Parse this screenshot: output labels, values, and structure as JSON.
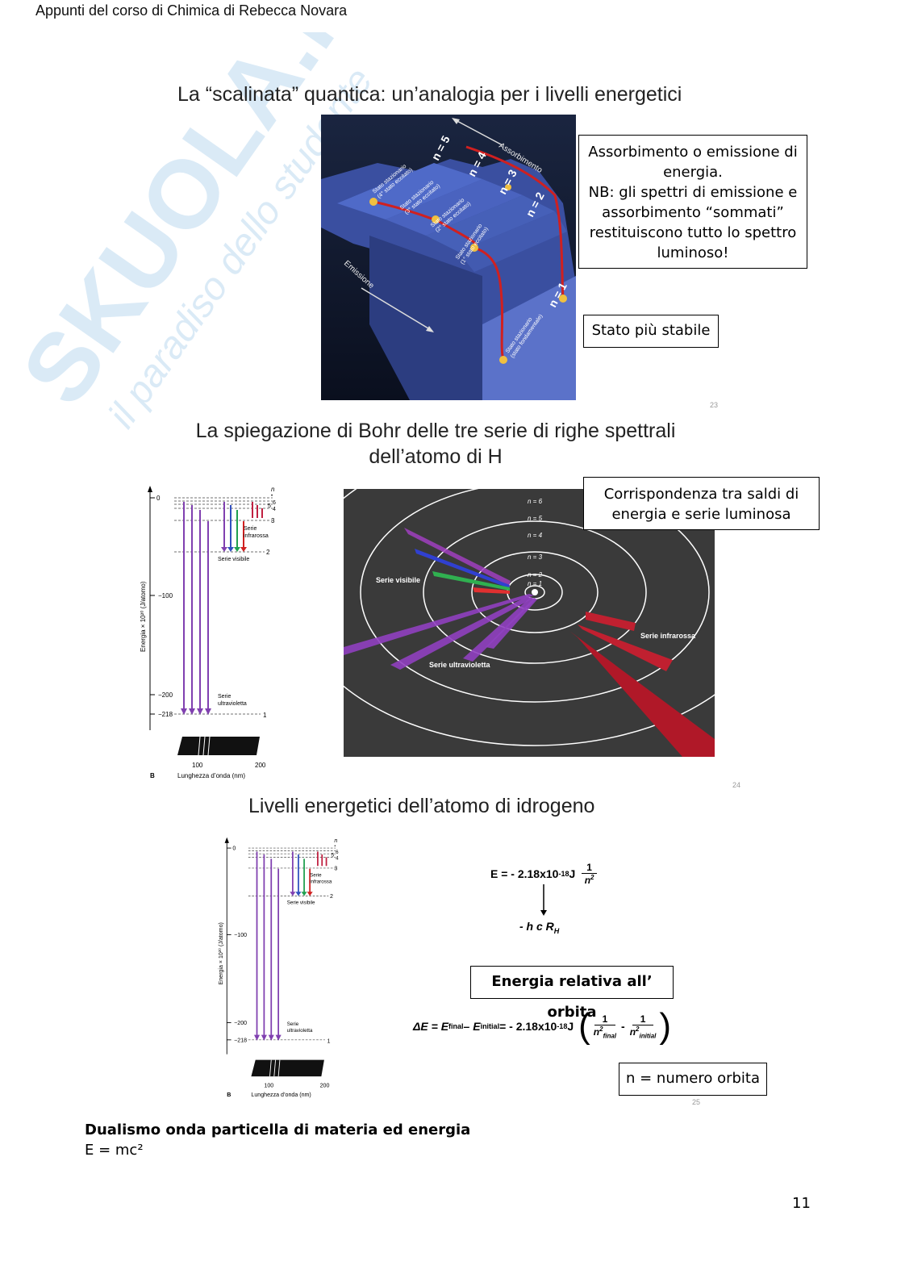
{
  "header": {
    "text": "Appunti del corso di Chimica di Rebecca Novara"
  },
  "watermark": {
    "brand": "SKUOLA.net",
    "tagline": "il paradiso dello studente"
  },
  "slide23": {
    "title": "La “scalinata” quantica: un’analogia per i livelli energetici",
    "figure": {
      "absorb_label": "Assorbimento",
      "emit_label": "Emissione",
      "steps": [
        {
          "n": "n = 5",
          "state": "Stato stazionario",
          "sub": "(4° stato eccitato)"
        },
        {
          "n": "n = 4",
          "state": "Stato stazionario",
          "sub": "(3° stato eccitato)"
        },
        {
          "n": "n = 3",
          "state": "Stato stazionario",
          "sub": "(2° stato eccitato)"
        },
        {
          "n": "n = 2",
          "state": "Stato stazionario",
          "sub": "(1° stato eccitato)"
        },
        {
          "n": "n = 1",
          "state": "Stato stazionario",
          "sub": "(stato fondamentale)"
        }
      ]
    },
    "note_lines": [
      "Assorbimento o emissione di",
      "energia.",
      "NB: gli spettri di emissione e",
      "assorbimento “sommati”",
      "restituiscono tutto lo spettro",
      "luminoso!"
    ],
    "stable_note": "Stato più stabile",
    "slide_number": "23"
  },
  "slide24": {
    "title_line1": "La spiegazione di Bohr delle tre serie di righe spettrali",
    "title_line2": "dell’atomo di H",
    "diagram": {
      "n_header": "n",
      "n_dot": "•",
      "n_levels": [
        "6",
        "5",
        "4",
        "3",
        "2",
        "1"
      ],
      "y_ticks": [
        "0",
        "−100",
        "−200",
        "−218"
      ],
      "ylabel": "Energia × 10²⁰ (J/atomo)",
      "series_ir": [
        "Serie",
        "infrarossa"
      ],
      "series_vis": "Serie visibile",
      "series_uv": [
        "Serie",
        "ultravioletta"
      ],
      "x_ticks": [
        "100",
        "200"
      ],
      "xlabel": "Lunghezza d’onda (nm)",
      "panel_letter": "B"
    },
    "orbits": {
      "labels": [
        "n = 6",
        "n = 5",
        "n = 4",
        "n = 3",
        "n = 2",
        "n = 1"
      ],
      "serie_visibile": "Serie visibile",
      "serie_infrarossa": "Serie infrarossa",
      "serie_ultravioletta": "Serie ultravioletta"
    },
    "note_lines": [
      "Corrispondenza tra saldi di",
      "energia e serie luminosa"
    ],
    "slide_number": "24"
  },
  "slide25": {
    "title": "Livelli energetici dell’atomo di idrogeno",
    "formula_E_lhs": "E = - 2.18x10",
    "formula_E_exp": "-18",
    "formula_E_unit": " J",
    "frac_num": "1",
    "frac_den": "n",
    "frac_den_exp": "2",
    "hcR": "- h c R",
    "hcR_sub": "H",
    "energy_box": "Energia relativa all’ orbita",
    "delta_lhs": "ΔE = E",
    "final_sub": "final",
    "minus_initial": " – E",
    "initial_sub": "initial",
    "delta_rhs": " = - 2.18x10",
    "delta_exp": "-18",
    "delta_unit": " J",
    "dash": "-",
    "n_box": "n = numero orbita",
    "slide_number": "25"
  },
  "footer": {
    "heading": "Dualismo onda particella di materia ed energia",
    "formula": "E = mc²",
    "page_number": "11"
  }
}
